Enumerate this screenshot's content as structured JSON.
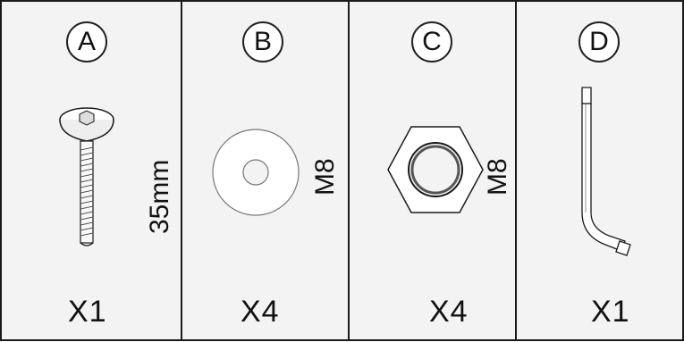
{
  "parts": [
    {
      "letter": "A",
      "quantity": "X1",
      "size": "35mm",
      "icon": "button-head-bolt-icon"
    },
    {
      "letter": "B",
      "quantity": "X4",
      "size": "M8",
      "icon": "flat-washer-icon"
    },
    {
      "letter": "C",
      "quantity": "X4",
      "size": "M8",
      "icon": "hex-nut-icon"
    },
    {
      "letter": "D",
      "quantity": "X1",
      "size": "",
      "icon": "hex-key-icon"
    }
  ],
  "colors": {
    "background": "#f3f3f3",
    "stroke": "#1a1a1a",
    "part_line": "#555555"
  }
}
